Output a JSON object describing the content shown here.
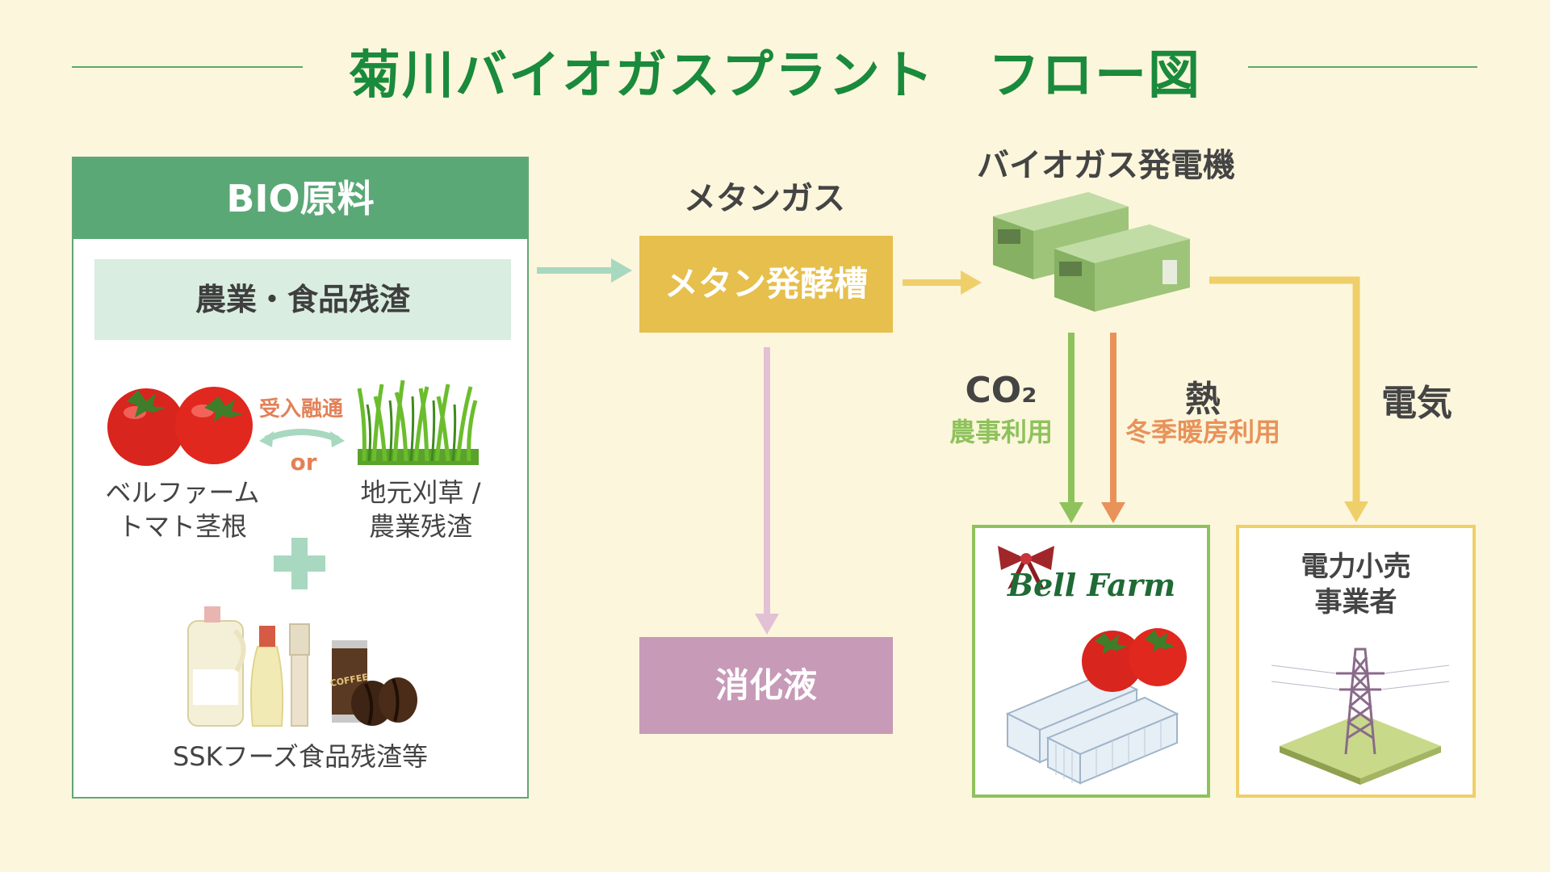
{
  "title": "菊川バイオガスプラント　フロー図",
  "bio": {
    "header": "BIO原料",
    "subheader": "農業・食品残渣",
    "exchange_label": "受入融通",
    "or_label": "or",
    "tomato_caption": [
      "ベルファーム",
      "トマト茎根"
    ],
    "grass_caption": [
      "地元刈草 /",
      "農業残渣"
    ],
    "ssk_caption": "SSKフーズ食品残渣等",
    "can_text": "COFFEE"
  },
  "flow": {
    "methane_gas_label": "メタンガス",
    "fermenter_label": "メタン発酵槽",
    "generator_label": "バイオガス発電機",
    "digestate_label": "消化液",
    "co2_label": "CO₂",
    "co2_sub": "農事利用",
    "heat_label": "熱",
    "heat_sub": "冬季暖房利用",
    "electricity_label": "電気",
    "bellfarm_logo": "Bell Farm",
    "retailer_label": [
      "電力小売",
      "事業者"
    ]
  },
  "colors": {
    "title_green": "#1a8a3c",
    "panel_green": "#5ba877",
    "fermenter": "#e6bf4c",
    "digestate": "#c79ab7",
    "co2_green": "#8ec25c",
    "heat_orange": "#e8925a",
    "electric_yellow": "#efcf6a"
  }
}
